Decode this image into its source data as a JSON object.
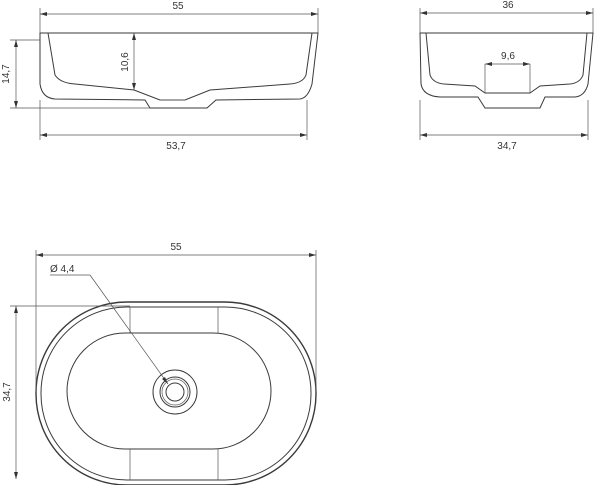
{
  "front_view": {
    "overall_width": "55",
    "inner_depth": "10,6",
    "total_height": "14,7",
    "base_width": "53,7"
  },
  "side_view": {
    "overall_depth": "36",
    "drain_width": "9,6",
    "base_depth": "34,7"
  },
  "top_view": {
    "overall_width": "55",
    "drain_diameter": "Ø 4,4",
    "overall_depth": "34,7"
  },
  "colors": {
    "line": "#3a3a3a",
    "hatch": "#666666",
    "background": "#ffffff"
  }
}
